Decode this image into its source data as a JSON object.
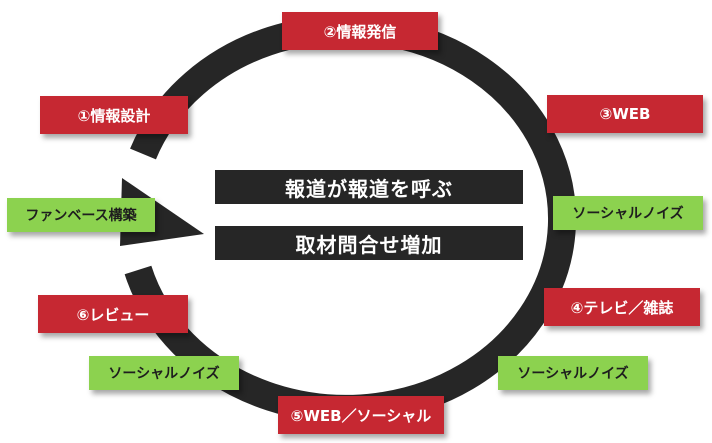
{
  "cycle": {
    "ring_color": "#262626",
    "stages": [
      {
        "label": "①情報設計",
        "color": "#c62832"
      },
      {
        "label": "②情報発信",
        "color": "#c62832"
      },
      {
        "label": "③WEB",
        "color": "#c62832"
      },
      {
        "label": "④テレビ／雑誌",
        "color": "#c62832"
      },
      {
        "label": "⑤WEB／ソーシャル",
        "color": "#c62832"
      },
      {
        "label": "⑥レビュー",
        "color": "#c62832"
      }
    ],
    "notes": [
      {
        "label": "ソーシャルノイズ",
        "color": "#8cd24f"
      },
      {
        "label": "ソーシャルノイズ",
        "color": "#8cd24f"
      },
      {
        "label": "ソーシャルノイズ",
        "color": "#8cd24f"
      },
      {
        "label": "ファンベース構築",
        "color": "#8cd24f"
      }
    ],
    "center": [
      {
        "label": "報道が報道を呼ぶ"
      },
      {
        "label": "取材問合せ増加"
      }
    ]
  }
}
